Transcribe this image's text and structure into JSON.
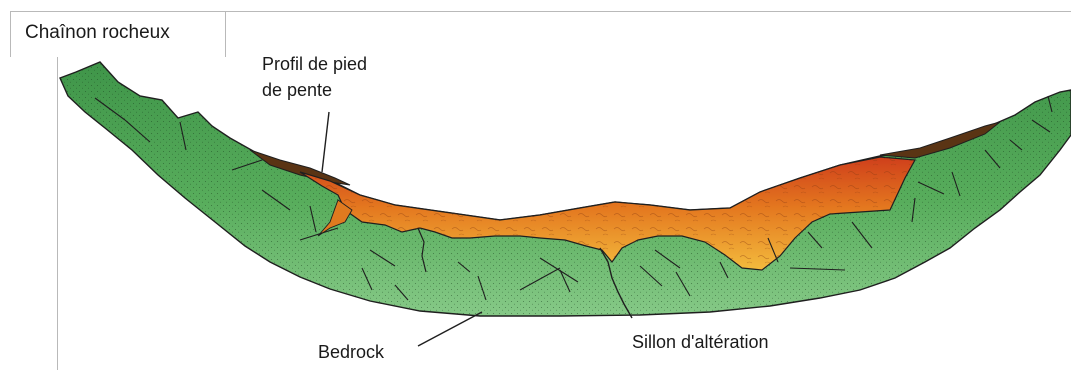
{
  "title": "Chaînon rocheux",
  "labels": {
    "slope_foot_line1": "Profil de pied",
    "slope_foot_line2": "de pente",
    "bedrock": "Bedrock",
    "weathering_groove": "Sillon d'altération"
  },
  "colors": {
    "bedrock": "#4fa155",
    "bedrock_light": "#7ec57d",
    "weathered_red": "#d2441d",
    "weathered_orange": "#e57f20",
    "weathered_yellow": "#f3b83a",
    "soil_crust": "#5a3414",
    "outline": "#1f1f1f"
  }
}
